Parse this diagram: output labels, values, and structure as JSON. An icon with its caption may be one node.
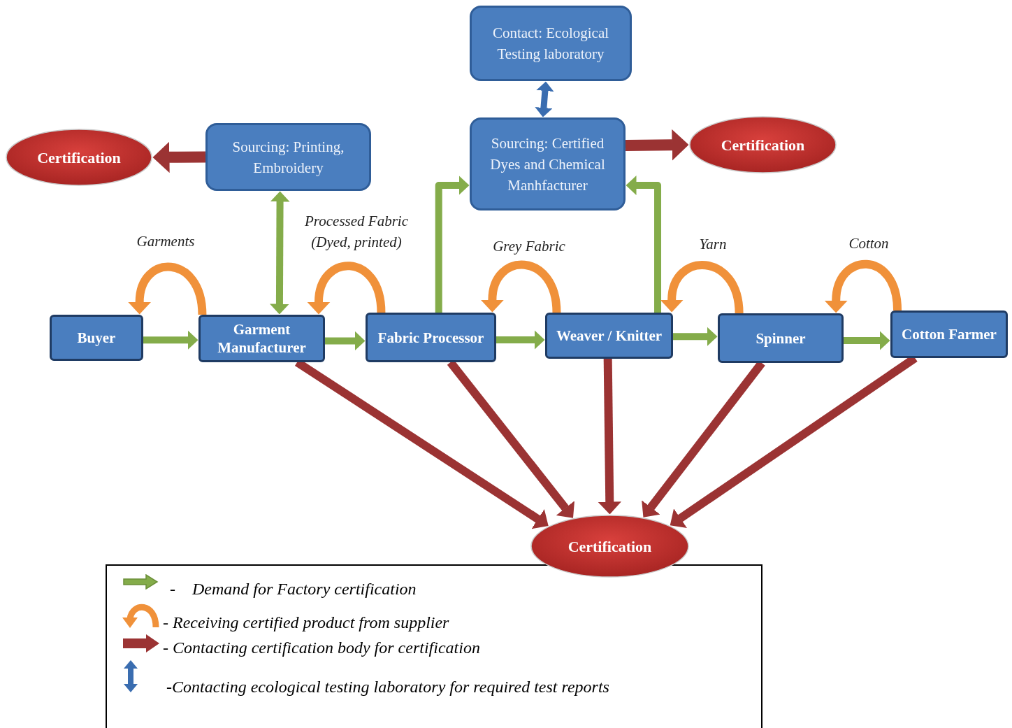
{
  "diagram": {
    "nodes": [
      {
        "text": [
          "Contact: Ecological Testing laboratory"
        ]
      },
      {
        "text": [
          "Sourcing: Printing, Embroidery"
        ]
      },
      {
        "text": [
          "Certification"
        ]
      },
      {
        "text": [
          "Sourcing: Certified Dyes and Chemical Manhfacturer"
        ]
      },
      {
        "text": [
          "Certification"
        ]
      },
      {
        "text": [
          "Buyer"
        ]
      },
      {
        "text": [
          "Garment Manufacturer"
        ]
      },
      {
        "text": [
          "Fabric Processor"
        ]
      },
      {
        "text": [
          "Weaver / Knitter"
        ]
      },
      {
        "text": [
          "Spinner"
        ]
      },
      {
        "text": [
          "Cotton Farmer"
        ]
      },
      {
        "text": [
          "Certification"
        ]
      }
    ],
    "edges": [
      {
        "from": 0,
        "to": 3,
        "arrow": "both",
        "color": "#3a6db0"
      },
      {
        "from": 1,
        "to": 2,
        "arrow": "to",
        "color": "#9b3333"
      },
      {
        "from": 3,
        "to": 4,
        "arrow": "to",
        "color": "#9b3333"
      },
      {
        "from": 6,
        "to": 1,
        "arrow": "both",
        "color": "#84ac4a"
      },
      {
        "from": 7,
        "to": 3,
        "arrow": "to",
        "color": "#84ac4a"
      },
      {
        "from": 8,
        "to": 3,
        "arrow": "to",
        "color": "#84ac4a"
      },
      {
        "from": 5,
        "to": 6,
        "arrow": "to",
        "color": "#84ac4a"
      },
      {
        "from": 6,
        "to": 7,
        "arrow": "to",
        "color": "#84ac4a"
      },
      {
        "from": 7,
        "to": 8,
        "arrow": "to",
        "color": "#84ac4a"
      },
      {
        "from": 8,
        "to": 9,
        "arrow": "to",
        "color": "#84ac4a"
      },
      {
        "from": 9,
        "to": 10,
        "arrow": "to",
        "color": "#84ac4a"
      },
      {
        "from": 6,
        "to": 5,
        "arrow": "to",
        "label": "Garments",
        "color": "#f0913a"
      },
      {
        "from": 7,
        "to": 6,
        "arrow": "to",
        "label": "Processed Fabric (Dyed, printed)",
        "color": "#f0913a"
      },
      {
        "from": 8,
        "to": 7,
        "arrow": "to",
        "label": "Grey Fabric",
        "color": "#f0913a"
      },
      {
        "from": 9,
        "to": 8,
        "arrow": "to",
        "label": "Yarn",
        "color": "#f0913a"
      },
      {
        "from": 10,
        "to": 9,
        "arrow": "to",
        "label": "Cotton",
        "color": "#f0913a"
      },
      {
        "from": 6,
        "to": 11,
        "arrow": "to",
        "color": "#9b3333"
      },
      {
        "from": 7,
        "to": 11,
        "arrow": "to",
        "color": "#9b3333"
      },
      {
        "from": 8,
        "to": 11,
        "arrow": "to",
        "color": "#9b3333"
      },
      {
        "from": 9,
        "to": 11,
        "arrow": "to",
        "color": "#9b3333"
      },
      {
        "from": 10,
        "to": 11,
        "arrow": "to",
        "color": "#9b3333"
      }
    ],
    "legend": [
      {
        "text": "-    Demand for Factory certification"
      },
      {
        "text": "- Receiving certified product from supplier"
      },
      {
        "text": "- Contacting certification body for certification"
      },
      {
        "text": "-Contacting ecological testing laboratory for required test reports"
      }
    ]
  }
}
